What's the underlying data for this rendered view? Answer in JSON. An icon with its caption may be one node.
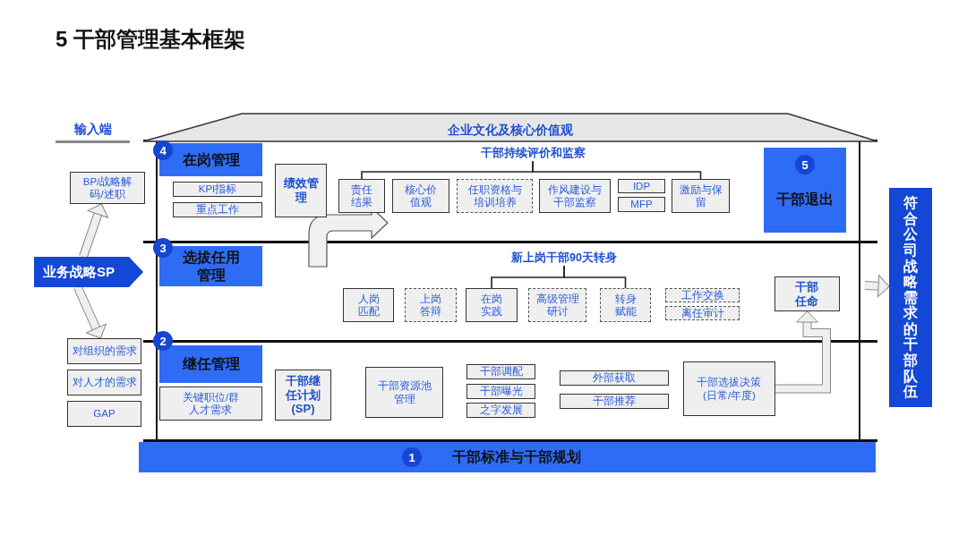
{
  "diagram": {
    "title": "5 干部管理基本框架",
    "nodes": [
      {
        "text": [
          "企业文化及核心价值观"
        ]
      },
      {
        "text": [
          "4"
        ]
      },
      {
        "text": [
          "在岗管理"
        ]
      },
      {
        "text": [
          "KPI指标"
        ]
      },
      {
        "text": [
          "重点工作"
        ]
      },
      {
        "text": [
          "绩效管理"
        ]
      },
      {
        "text": [
          "干部持续评价和监察"
        ]
      },
      {
        "text": [
          "责任结果"
        ]
      },
      {
        "text": [
          "核心价值观"
        ]
      },
      {
        "text": [
          "任职资格与培训培养"
        ]
      },
      {
        "text": [
          "作风建设与干部监察"
        ]
      },
      {
        "text": [
          "IDP"
        ]
      },
      {
        "text": [
          "MFP"
        ]
      },
      {
        "text": [
          "激励与保留"
        ]
      },
      {
        "text": [
          "干部退出"
        ]
      },
      {
        "text": [
          "5"
        ],
        "in": 14
      },
      {
        "text": [
          "业务战略SP"
        ]
      },
      {
        "text": [
          "BP/战略解码/述职"
        ]
      },
      {
        "text": [
          "3"
        ]
      },
      {
        "text": [
          "选拔任用管理"
        ]
      },
      {
        "text": [
          "新上岗干部90天转身"
        ]
      },
      {
        "text": [
          "人岗匹配"
        ]
      },
      {
        "text": [
          "上岗答辩"
        ]
      },
      {
        "text": [
          "在岗实践"
        ]
      },
      {
        "text": [
          "高级管理研讨"
        ]
      },
      {
        "text": [
          "转身赋能"
        ]
      },
      {
        "text": [
          "工作交换"
        ]
      },
      {
        "text": [
          "离任审计"
        ]
      },
      {
        "text": [
          "干部任命"
        ]
      },
      {
        "text": [
          "符合公司战略需求的干部队伍"
        ]
      },
      {
        "text": [
          "对组织的需求"
        ]
      },
      {
        "text": [
          "对人才的需求"
        ]
      },
      {
        "text": [
          "GAP"
        ]
      },
      {
        "text": [
          "2"
        ]
      },
      {
        "text": [
          "继任管理"
        ]
      },
      {
        "text": [
          "关键职位/群人才需求"
        ]
      },
      {
        "text": [
          "干部继任计划(SP)"
        ]
      },
      {
        "text": [
          "干部资源池管理"
        ]
      },
      {
        "text": [
          "干部调配"
        ]
      },
      {
        "text": [
          "干部曝光"
        ]
      },
      {
        "text": [
          "之字发展"
        ]
      },
      {
        "text": [
          "外部获取"
        ]
      },
      {
        "text": [
          "干部推荐"
        ]
      },
      {
        "text": [
          "干部选拔决策(日常/年度)"
        ]
      },
      {
        "text": [
          "干部标准与干部规划"
        ]
      },
      {
        "text": [
          "1"
        ],
        "in": 44
      }
    ],
    "edges": [
      {
        "from": 6,
        "to": 7,
        "arrow": "none"
      },
      {
        "from": 6,
        "to": 13,
        "arrow": "none"
      },
      {
        "from": 20,
        "to": 23,
        "arrow": "none"
      },
      {
        "from": 20,
        "to": 25,
        "arrow": "none"
      },
      {
        "from": 16,
        "to": 17,
        "arrow": "to",
        "style": "thick",
        "color": "#efefef"
      },
      {
        "from": 16,
        "to": 30,
        "arrow": "to",
        "style": "thick",
        "color": "#efefef"
      },
      {
        "from": null,
        "to": 29,
        "arrow": "to",
        "style": "thick",
        "color": "#efefef"
      },
      {
        "from": 43,
        "to": 28,
        "arrow": "to",
        "style": "thick",
        "color": "#efefef"
      }
    ],
    "labels": [
      "输入端"
    ]
  }
}
